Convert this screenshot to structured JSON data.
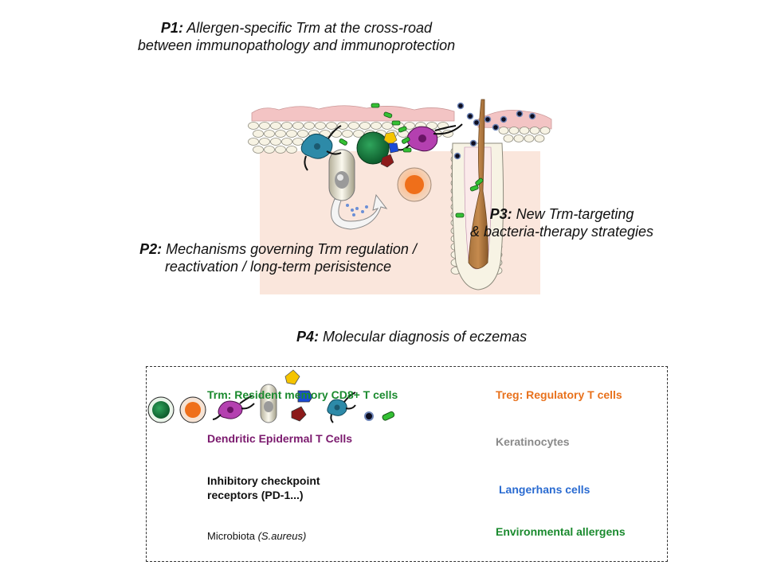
{
  "points": {
    "p1": {
      "tag": "P1:",
      "line1": "Allergen-specific Trm at the cross-road",
      "line2": "between immunopathology and immunoprotection"
    },
    "p2": {
      "tag": "P2:",
      "line1": "Mechanisms governing Trm regulation /",
      "line2": "reactivation / long-term perisistence"
    },
    "p3": {
      "tag": "P3:",
      "line1": "New Trm-targeting",
      "line2": "& bacteria-therapy strategies"
    },
    "p4": {
      "tag": "P4:",
      "line1": "Molecular diagnosis of eczemas"
    }
  },
  "legend": {
    "trm": {
      "label": "Trm: Resident memory CD8+ T cells",
      "color": "#1a8a2e"
    },
    "treg": {
      "label": "Treg: Regulatory T cells",
      "color": "#e8711c"
    },
    "detc": {
      "label": "Dendritic Epidermal T Cells",
      "color": "#7b1a6e"
    },
    "kera": {
      "label": "Keratinocytes",
      "color": "#8a8a8a"
    },
    "icr": {
      "line1": "Inhibitory checkpoint",
      "line2": "receptors (PD-1...)",
      "color": "#111111"
    },
    "lang": {
      "label": "Langerhans cells",
      "color": "#2a6bd1"
    },
    "micro": {
      "label": "Microbiota",
      "species": "(S.aureus)",
      "color": "#111111"
    },
    "allergen": {
      "label": "Environmental allergens",
      "color": "#1a8a2e"
    }
  },
  "icons": [
    "trm-cell-icon",
    "treg-cell-icon",
    "dendritic-cell-icon",
    "keratinocyte-icon",
    "checkpoint-receptors-icon",
    "langerhans-cell-icon",
    "microbiota-icon",
    "allergen-icon"
  ]
}
